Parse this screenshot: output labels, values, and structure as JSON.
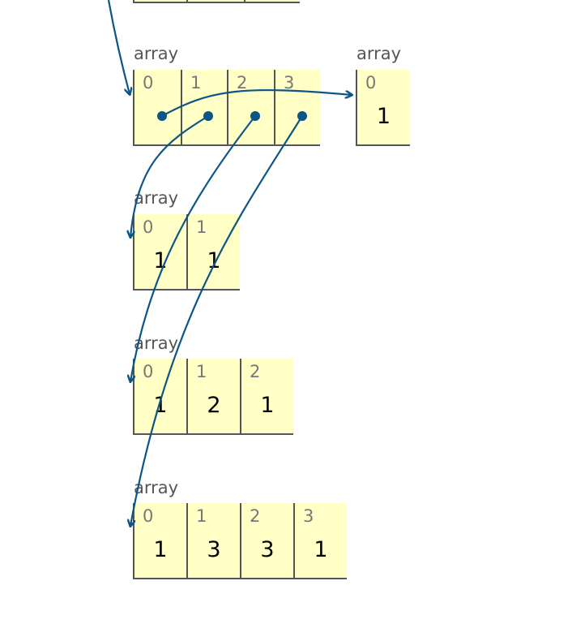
{
  "colors": {
    "cell_fill": "#ffffc6",
    "border": "#555555",
    "pointer": "#0b5686",
    "index_text": "#777777",
    "label_text": "#555555"
  },
  "outer": {
    "label": "array",
    "indices": [
      "0",
      "1",
      "2",
      "3"
    ]
  },
  "row0": {
    "label": "array",
    "indices": [
      "0"
    ],
    "values": [
      "1"
    ]
  },
  "row1": {
    "label": "array",
    "indices": [
      "0",
      "1"
    ],
    "values": [
      "1",
      "1"
    ]
  },
  "row2": {
    "label": "array",
    "indices": [
      "0",
      "1",
      "2"
    ],
    "values": [
      "1",
      "2",
      "1"
    ]
  },
  "row3": {
    "label": "array",
    "indices": [
      "0",
      "1",
      "2",
      "3"
    ],
    "values": [
      "1",
      "3",
      "3",
      "1"
    ]
  }
}
